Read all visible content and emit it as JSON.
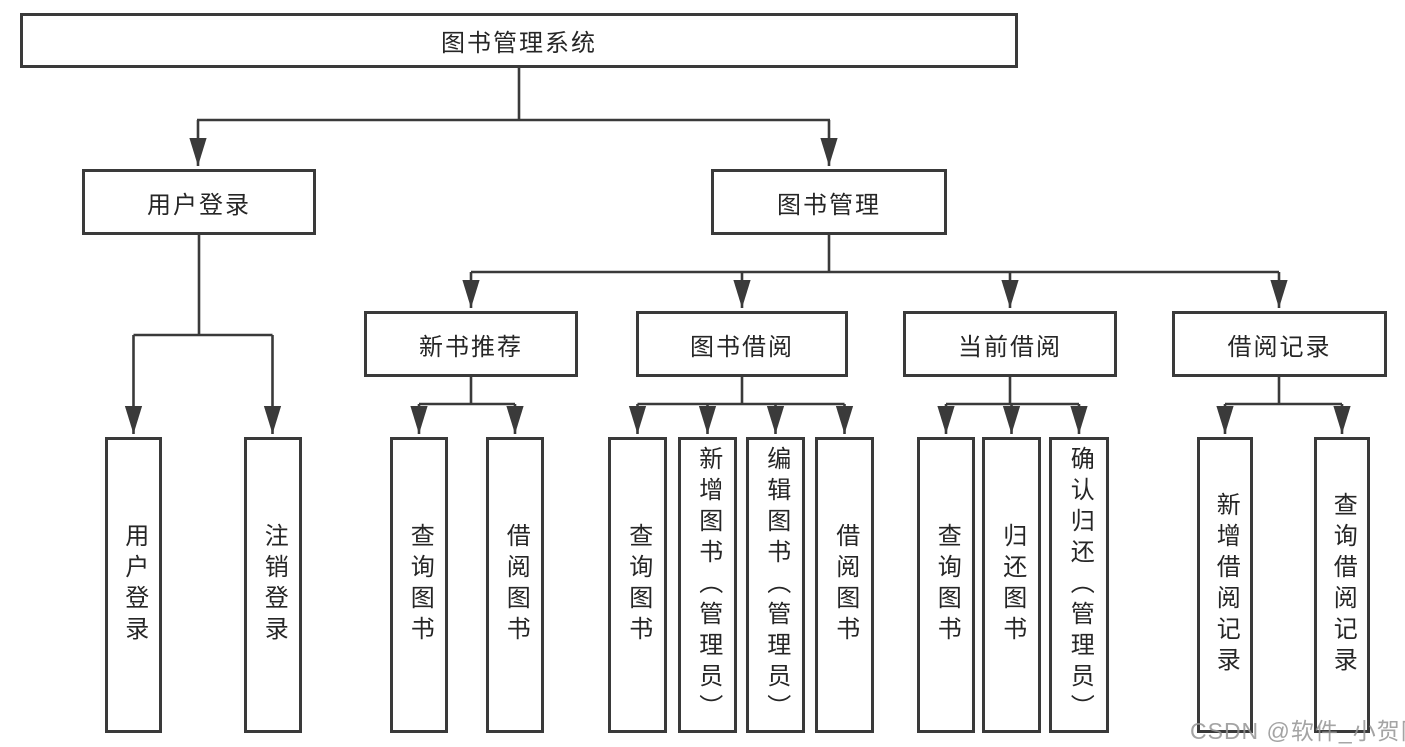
{
  "diagram": {
    "type": "tree",
    "line_color": "#3a3a3a",
    "box_border_color": "#3a3a3a",
    "text_color": "#262626",
    "background_color": "#ffffff"
  },
  "tree": {
    "label": "图书管理系统",
    "children": [
      {
        "label": "用户登录",
        "children": [
          {
            "label": "用户登录"
          },
          {
            "label": "注销登录"
          }
        ]
      },
      {
        "label": "图书管理",
        "children": [
          {
            "label": "新书推荐",
            "children": [
              {
                "label": "查询图书"
              },
              {
                "label": "借阅图书"
              }
            ]
          },
          {
            "label": "图书借阅",
            "children": [
              {
                "label": "查询图书"
              },
              {
                "label": "新增图书（管理员）"
              },
              {
                "label": "编辑图书（管理员）"
              },
              {
                "label": "借阅图书"
              }
            ]
          },
          {
            "label": "当前借阅",
            "children": [
              {
                "label": "查询图书"
              },
              {
                "label": "归还图书"
              },
              {
                "label": "确认归还（管理员）"
              }
            ]
          },
          {
            "label": "借阅记录",
            "children": [
              {
                "label": "新增借阅记录"
              },
              {
                "label": "查询借阅记录"
              }
            ]
          }
        ]
      }
    ]
  },
  "watermark": {
    "text": "CSDN @软件_小贺同学"
  }
}
